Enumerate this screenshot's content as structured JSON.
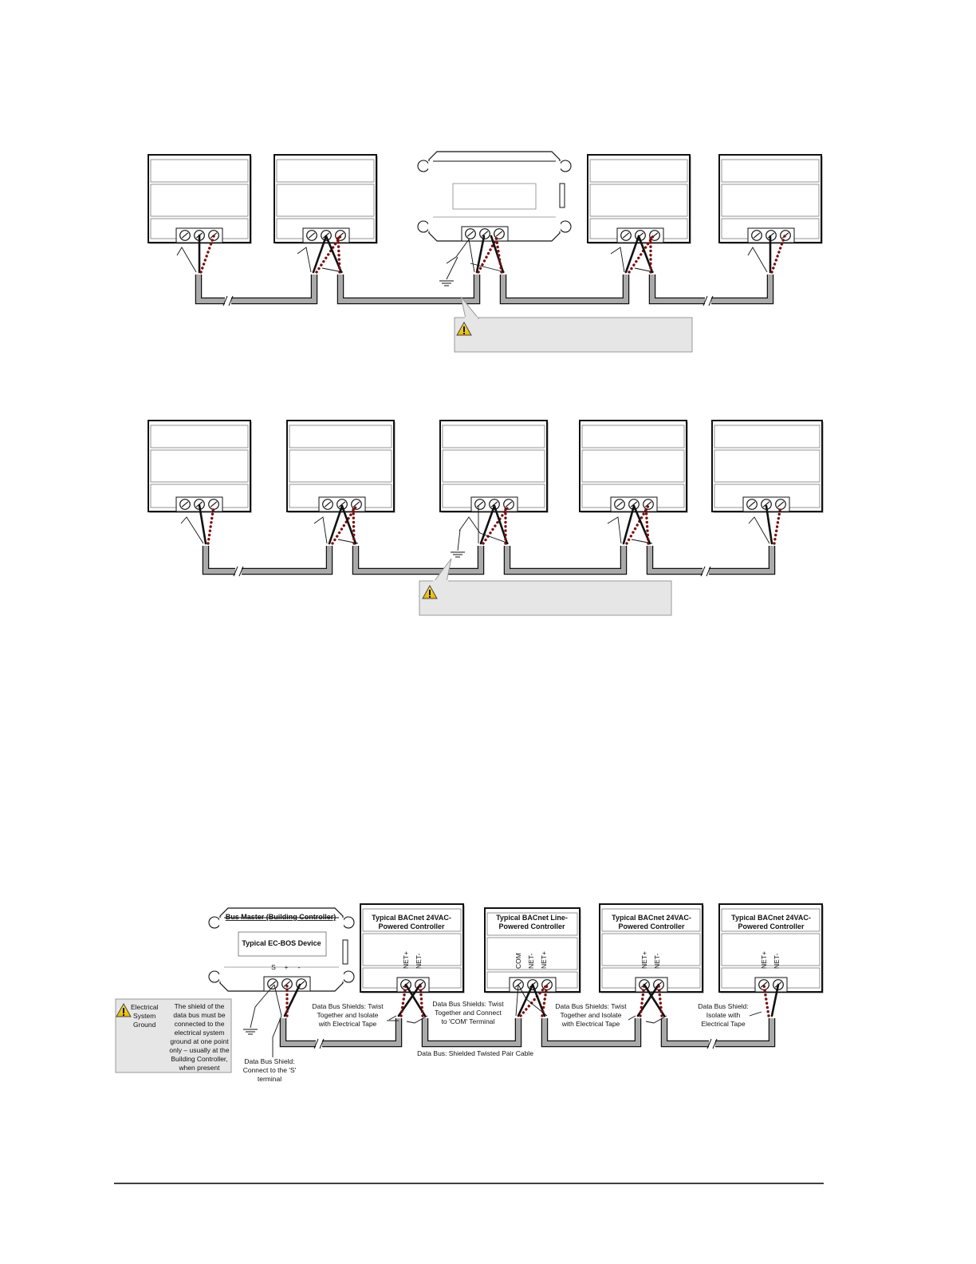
{
  "diagram3": {
    "bus_master_title": "Bus Master (Building Controller)",
    "ecbos_device": "Typical EC-BOS Device",
    "master_terminals": [
      "S",
      "+",
      "-"
    ],
    "controllers": [
      {
        "title_line1": "Typical BACnet 24VAC-",
        "title_line2": "Powered Controller",
        "terminals": [
          "NET+",
          "NET-"
        ]
      },
      {
        "title_line1": "Typical BACnet Line-",
        "title_line2": "Powered Controller",
        "terminals": [
          "COM",
          "NET-",
          "NET+"
        ]
      },
      {
        "title_line1": "Typical BACnet 24VAC-",
        "title_line2": "Powered Controller",
        "terminals": [
          "NET+",
          "NET-"
        ]
      },
      {
        "title_line1": "Typical BACnet 24VAC-",
        "title_line2": "Powered Controller",
        "terminals": [
          "NET+",
          "NET-"
        ]
      }
    ],
    "ground_label": [
      "Electrical",
      "System",
      "Ground"
    ],
    "ground_note": [
      "The shield of the",
      "data bus must be",
      "connected to the",
      "electrical system",
      "ground at one point",
      "only – usually at the",
      "Building Controller,",
      "when present"
    ],
    "shield_s_label": [
      "Data Bus Shield:",
      "Connect to the 'S'",
      "terminal"
    ],
    "shields_isolate_1": [
      "Data Bus Shields: Twist",
      "Together and Isolate",
      "with Electrical Tape"
    ],
    "shields_com": [
      "Data Bus Shields: Twist",
      "Together and Connect",
      "to 'COM' Terminal"
    ],
    "shields_isolate_2": [
      "Data Bus Shields: Twist",
      "Together and Isolate",
      "with Electrical Tape"
    ],
    "shield_end": [
      "Data Bus Shield:",
      "Isolate with",
      "Electrical Tape"
    ],
    "bus_cable": "Data Bus: Shielded Twisted Pair Cable"
  }
}
